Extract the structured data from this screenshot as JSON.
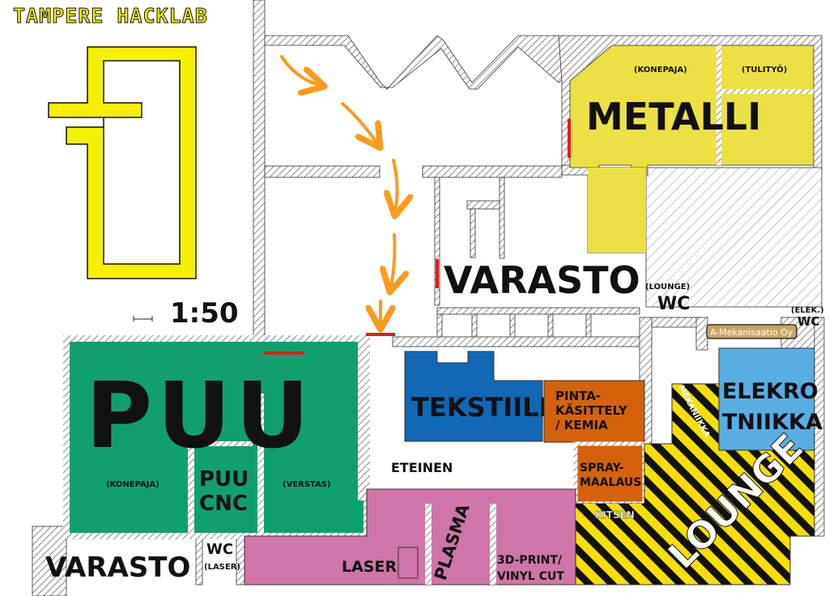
{
  "title": "TAMPERE HACKLAB",
  "scale": "1:50",
  "colors": {
    "logo": "#f5f000",
    "wood": "#10a070",
    "metal": "#ebe145",
    "textile": "#1168b4",
    "finishing": "#d4620a",
    "electronics": "#58ade3",
    "lower": "#cf75a7",
    "lounge": "#f4df00",
    "route": "#ff9a1c",
    "door": "#e41b1b"
  },
  "rooms": {
    "puu": "PUU",
    "puu_konepaja": "(KONEPAJA)",
    "puu_verstas": "(VERSTAS)",
    "puu_cnc_1": "PUU",
    "puu_cnc_2": "CNC",
    "metalli": "METALLI",
    "metalli_konepaja": "(KONEPAJA)",
    "metalli_tulityo": "(TULITYÖ)",
    "varasto_top": "VARASTO",
    "varasto_bottom": "VARASTO",
    "wc_lounge_label": "(LOUNGE)",
    "wc_lounge": "WC",
    "wc_elek_label": "(ELEK.)",
    "wc_elek": "WC",
    "wc_laser": "WC",
    "wc_laser_label": "(LASER)",
    "tekstiili": "TEKSTIILI",
    "pinta_1": "PINTA-",
    "pinta_2": "KÄSITTELY",
    "pinta_3": "/ KEMIA",
    "spray_1": "SPRAY-",
    "spray_2": "MAALAUS",
    "elektro_1": "ELEKRO",
    "elektro_2": "TNIIKKA",
    "mekaniikka": "MEKANIIKKA",
    "eteinen": "ETEINEN",
    "laser": "LASER",
    "plasma": "PLASMA",
    "print_1": "3D-PRINT/",
    "print_2": "VINYL CUT",
    "kitsen": "KITSEN",
    "lounge": "LOUNGE",
    "neighbor": "A-Mekanisaatio Oy"
  }
}
